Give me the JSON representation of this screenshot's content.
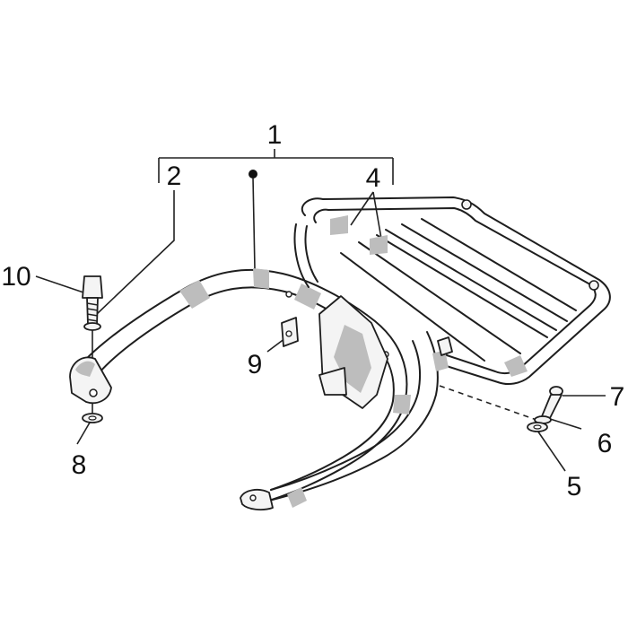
{
  "callouts": [
    {
      "id": "c1",
      "text": "1"
    },
    {
      "id": "c2",
      "text": "2"
    },
    {
      "id": "c4",
      "text": "4"
    },
    {
      "id": "c5",
      "text": "5"
    },
    {
      "id": "c6",
      "text": "6"
    },
    {
      "id": "c7",
      "text": "7"
    },
    {
      "id": "c8",
      "text": "8"
    },
    {
      "id": "c9",
      "text": "9"
    },
    {
      "id": "c10",
      "text": "10"
    }
  ],
  "colors": {
    "line": "#1e1e1e",
    "shade": "#bdbdbd",
    "part_fill": "#f4f4f4",
    "background": "#ffffff"
  }
}
